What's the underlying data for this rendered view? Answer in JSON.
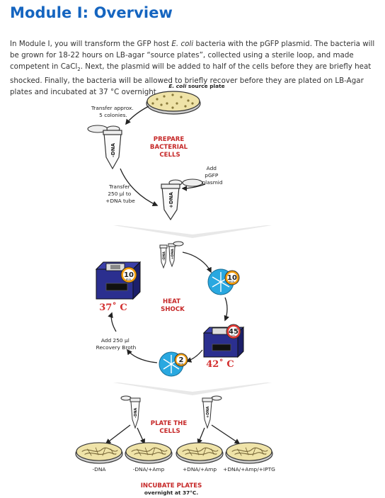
{
  "title": "Module I: Overview",
  "intro": {
    "p1": "In Module I, you will transform the GFP host ",
    "organism": "E. coli",
    "p2": " bacteria with the pGFP plasmid. The bacteria will be grown for 18-22 hours on LB-agar “source plates”, collected using a sterile loop, and made competent in CaCl",
    "sub": "2",
    "p3": ". Next, the plasmid will be added to half of the cells before they are briefly heat shocked. Finally, the bacteria will be allowed to briefly recover before they are plated on LB-Agar plates and incubated at 37 °C overnight."
  },
  "diagram": {
    "source_plate_organism": "E. coli",
    "source_plate_suffix": " source plate",
    "transfer_colonies": [
      "Transfer approx.",
      "5 colonies."
    ],
    "prepare_cells": [
      "PREPARE",
      "BACTERIAL",
      "CELLS"
    ],
    "add_plasmid": [
      "Add",
      "pGFP",
      "plasmid"
    ],
    "transfer_250": [
      "Transfer",
      "250 µl to",
      "+DNA tube"
    ],
    "tube_minus": "-DNA",
    "tube_plus": "+DNA",
    "heat_shock": [
      "HEAT",
      "SHOCK"
    ],
    "temp_37": "37˚ C",
    "temp_42": "42˚ C",
    "timers": {
      "incubator_min": "10",
      "incubator_unit": "min.",
      "ice_min_first": "10",
      "ice_unit_first": "min.",
      "shock_sec": "45",
      "shock_unit": "sec.",
      "ice_min_second": "2",
      "ice_unit_second": "min."
    },
    "recovery": [
      "Add 250 µl",
      "Recovery Broth"
    ],
    "plate_cells": [
      "PLATE THE",
      "CELLS"
    ],
    "plates": [
      "-DNA",
      "-DNA/+Amp",
      "+DNA/+Amp",
      "+DNA/+Amp/+IPTG"
    ],
    "incubate_title": "INCUBATE PLATES",
    "incubate_sub": "overnight at 37°C."
  },
  "colors": {
    "title": "#1565c0",
    "accent_red": "#c62828",
    "incubator_purple": "#2b2f8f",
    "ice_blue": "#29a8e0",
    "plate_tan": "#efe3a8"
  }
}
